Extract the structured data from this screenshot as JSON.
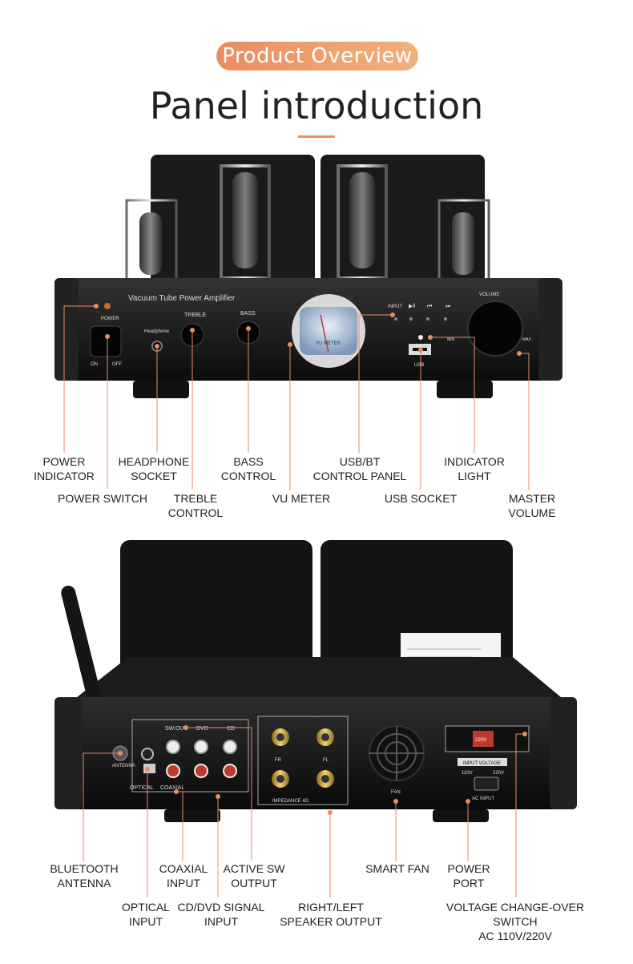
{
  "header": {
    "badge": "Product Overview",
    "title": "Panel introduction"
  },
  "colors": {
    "accent": "#e98d63",
    "accent_light": "#f0b27a"
  },
  "front_panel": {
    "brand_text": "Vacuum Tube Power Amplifier",
    "power_text": "POWER",
    "on_text": "ON",
    "off_text": "OFF",
    "headphone_text": "Headphone",
    "treble_text": "TREBLE",
    "bass_text": "BASS",
    "vu_text": "VU METER",
    "input_text": "INPUT",
    "usb_text": "USB",
    "volume_text": "VOLUME",
    "min_text": "MIN",
    "max_text": "MAX",
    "labels": {
      "power_indicator": "POWER\nINDICATOR",
      "power_switch": "POWER SWITCH",
      "headphone_socket": "HEADPHONE\nSOCKET",
      "treble_control": "TREBLE\nCONTROL",
      "bass_control": "BASS\nCONTROL",
      "vu_meter": "VU METER",
      "usb_bt_control_panel": "USB/BT\nCONTROL PANEL",
      "usb_socket": "USB SOCKET",
      "indicator_light": "INDICATOR\nLIGHT",
      "master_volume": "MASTER\nVOLUME"
    }
  },
  "rear_panel": {
    "sw_out_text": "SW.OUT",
    "dvd_text": "DVD",
    "cd_text": "CD",
    "optical_text": "OPTICAL",
    "coaxial_text": "COAXIAL",
    "antenna_text": "ANTENNA",
    "fr_text": "FR",
    "fl_text": "FL",
    "impedance_text": "IMPEDANCE 4Ω",
    "fan_text": "FAN",
    "input_voltage_text": "INPUT VOLTAGE",
    "v110_text": "110V",
    "v220_text": "220V",
    "ac_input_text": "AC INPUT",
    "switch_text": "220V",
    "labels": {
      "bluetooth_antenna": "BLUETOOTH\nANTENNA",
      "optical_input": "OPTICAL\nINPUT",
      "coaxial_input": "COAXIAL\nINPUT",
      "cd_dvd_signal_input": "CD/DVD SIGNAL\nINPUT",
      "active_sw_output": "ACTIVE SW\nOUTPUT",
      "right_left_speaker_output": "RIGHT/LEFT\nSPEAKER OUTPUT",
      "smart_fan": "SMART FAN",
      "power_port": "POWER\nPORT",
      "voltage_switch": "VOLTAGE CHANGE-OVER SWITCH\nAC 110V/220V"
    }
  }
}
